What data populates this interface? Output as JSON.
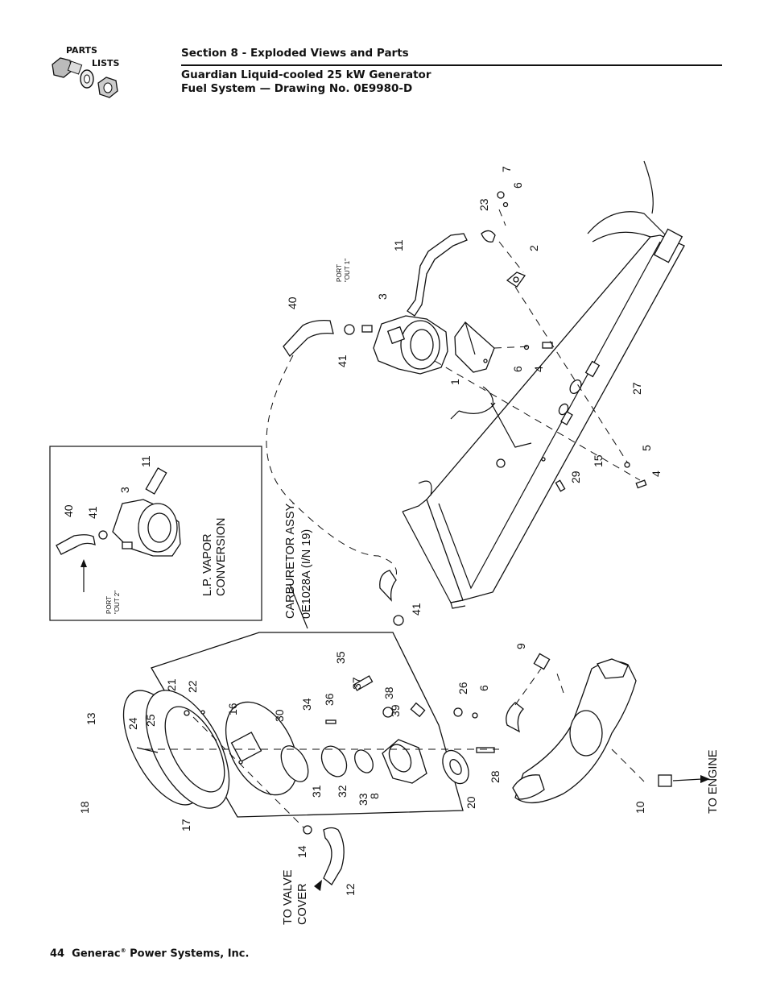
{
  "header": {
    "section": "Section 8 - Exploded Views and Parts",
    "title_line1": "Guardian Liquid-cooled 25 kW Generator",
    "title_line2": "Fuel System — Drawing No. 0E9980-D"
  },
  "logo": {
    "line1": "PARTS",
    "line2": "LISTS"
  },
  "footer": {
    "page": "44",
    "company": "Generac",
    "suffix": "Power Systems, Inc."
  },
  "inset": {
    "title_line1": "L.P. VAPOR",
    "title_line2": "CONVERSION",
    "port_line1": "PORT",
    "port_line2": "\"OUT 2\""
  },
  "carburetor": {
    "line1": "CARBURETOR ASSY.",
    "line2": "0E1028A (I/N 19)"
  },
  "port_out1": {
    "line1": "PORT",
    "line2": "\"OUT 1\""
  },
  "to_valve_cover": {
    "line1": "TO VALVE",
    "line2": "COVER"
  },
  "to_engine": "TO ENGINE",
  "callouts": {
    "c1": "1",
    "c2": "2",
    "c3": "3",
    "c4a": "4",
    "c4b": "4",
    "c5": "5",
    "c6a": "6",
    "c6b": "6",
    "c6c": "6",
    "c7": "7",
    "c8": "8",
    "c9": "9",
    "c10": "10",
    "c11": "11",
    "c12": "12",
    "c13": "13",
    "c14": "14",
    "c15": "15",
    "c16": "16",
    "c17": "17",
    "c18": "18",
    "c20": "20",
    "c21": "21",
    "c22": "22",
    "c23": "23",
    "c24": "24",
    "c25": "25",
    "c26": "26",
    "c27": "27",
    "c28": "28",
    "c29": "29",
    "c30": "30",
    "c31": "31",
    "c32": "32",
    "c33": "33",
    "c34": "34",
    "c35": "35",
    "c36": "36",
    "c37": "37",
    "c38": "38",
    "c39": "39",
    "c40": "40",
    "c41a": "41",
    "c41b": "41",
    "i3": "3",
    "i11": "11",
    "i40": "40",
    "i41": "41"
  }
}
